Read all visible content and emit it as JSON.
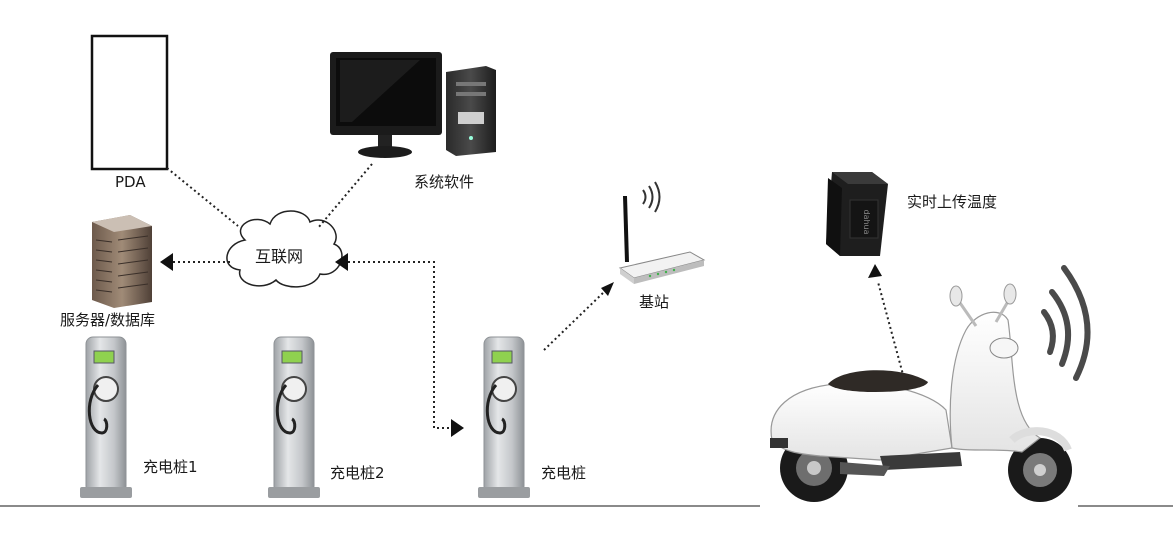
{
  "nodes": {
    "pda": {
      "label": "PDA"
    },
    "system_software": {
      "label": "系统软件"
    },
    "internet": {
      "label": "互联网"
    },
    "server_db": {
      "label": "服务器/数据库"
    },
    "base_station": {
      "label": "基站"
    },
    "realtime_device": {
      "label": "实时上传温度"
    },
    "charger_1": {
      "label": "充电桩1"
    },
    "charger_2": {
      "label": "充电桩2"
    },
    "charger_3": {
      "label": "充电桩"
    }
  },
  "device_brand": {
    "label": "dahua"
  },
  "colors": {
    "line": "#333333",
    "dots": "#222222",
    "charger_body": "#b9bcbf",
    "charger_screen": "#8fd14f",
    "wave": "#555555"
  },
  "icons": {
    "pda": "tablet-outline-icon",
    "monitor": "monitor-icon",
    "tower": "pc-tower-icon",
    "server": "server-rack-icon",
    "router": "wifi-router-icon",
    "device": "tracker-device-icon",
    "scooter": "scooter-icon",
    "signal": "wireless-signal-icon"
  }
}
